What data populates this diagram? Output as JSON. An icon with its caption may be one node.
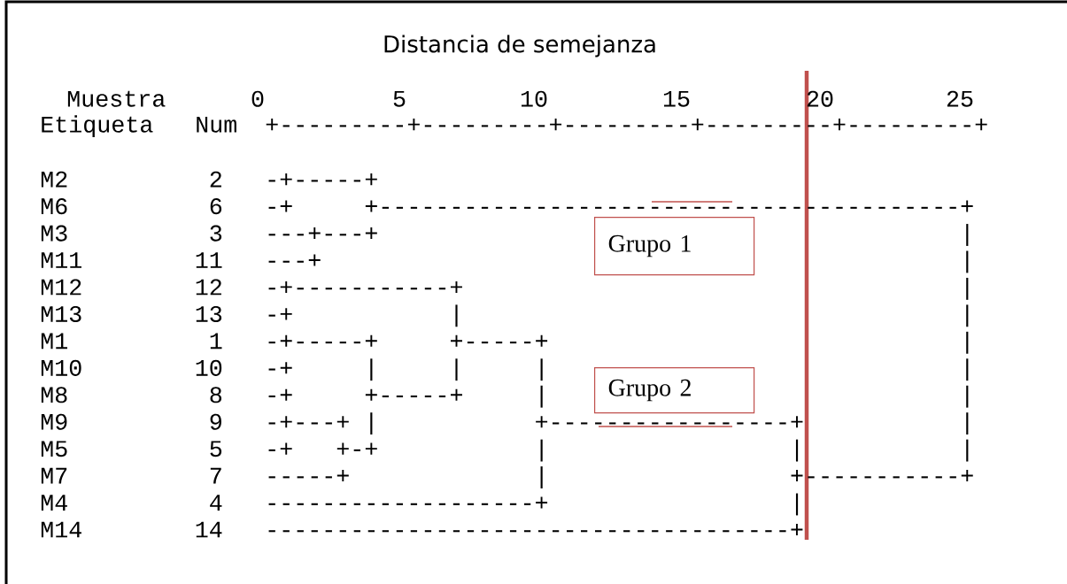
{
  "diagram": {
    "title": "Distancia de semejanza",
    "nodes": [
      {
        "text": [
          "Grupo 1"
        ]
      },
      {
        "text": [
          "Grupo 2"
        ]
      }
    ],
    "labels": [
      "Muestra",
      "0",
      "5",
      "10",
      "15",
      "20",
      "25",
      "Etiqueta",
      "Num",
      "+---------+---------+---------+---------+---------+",
      "M2",
      "2",
      "-+-----+",
      "M6",
      "6",
      "-+     +-----------------------------------------+",
      "M3",
      "3",
      "---+---+                                         |",
      "M11",
      "11",
      "---+                                             |",
      "M12",
      "12",
      "-+-----------+                                   |",
      "M13",
      "13",
      "-+           |                                   |",
      "M1",
      "1",
      "-+-----+     +-----+                             |",
      "M10",
      "10",
      "-+     |     |     |                             |",
      "M8",
      "8",
      "-+     +-----+     |                             |",
      "M9",
      "9",
      "-+---+ |           +-----------------+           |",
      "M5",
      "5",
      "-+   +-+           |                 |           |",
      "M7",
      "7",
      "-----+             |                 +-----------+",
      "M4",
      "4",
      "-------------------+                 |",
      "M14",
      "14",
      "-------------------------------------+"
    ]
  }
}
